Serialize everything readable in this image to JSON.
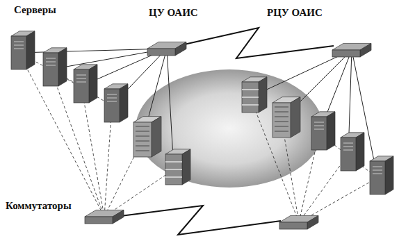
{
  "diagram": {
    "labels": [
      "Серверы",
      "ЦУ ОАИС",
      "РЦУ ОАИС",
      "Коммутаторы"
    ]
  }
}
